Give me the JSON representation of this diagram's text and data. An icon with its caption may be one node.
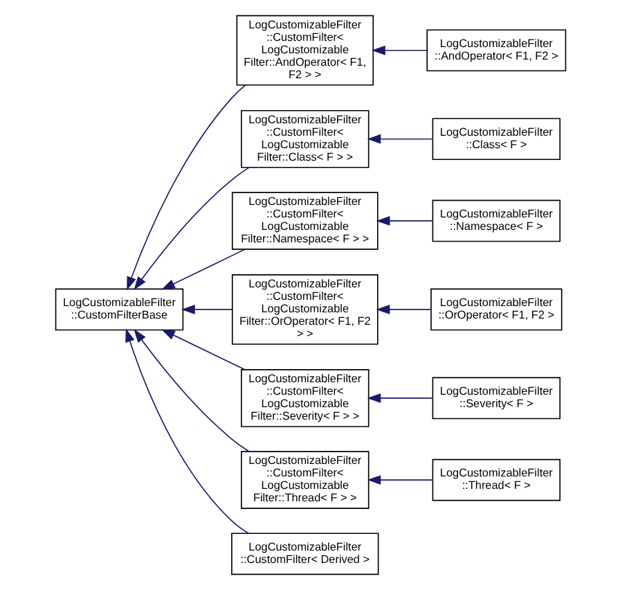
{
  "diagram": {
    "nodes": [
      {
        "text": [
          "LogCustomizableFilter ::CustomFilterBase"
        ]
      },
      {
        "text": [
          "LogCustomizableFilter ::CustomFilter< LogCustomizable Filter::AndOperator< F1, F2 > >"
        ]
      },
      {
        "text": [
          "LogCustomizableFilter ::AndOperator< F1, F2 >"
        ]
      },
      {
        "text": [
          "LogCustomizableFilter ::CustomFilter< LogCustomizable Filter::Class< F > >"
        ]
      },
      {
        "text": [
          "LogCustomizableFilter ::Class< F >"
        ]
      },
      {
        "text": [
          "LogCustomizableFilter ::CustomFilter< LogCustomizable Filter::Namespace< F > >"
        ]
      },
      {
        "text": [
          "LogCustomizableFilter ::Namespace< F >"
        ]
      },
      {
        "text": [
          "LogCustomizableFilter ::CustomFilter< LogCustomizable Filter::OrOperator< F1, F2 > >"
        ]
      },
      {
        "text": [
          "LogCustomizableFilter ::OrOperator< F1, F2 >"
        ]
      },
      {
        "text": [
          "LogCustomizableFilter ::CustomFilter< LogCustomizable Filter::Severity< F > >"
        ]
      },
      {
        "text": [
          "LogCustomizableFilter ::Severity< F >"
        ]
      },
      {
        "text": [
          "LogCustomizableFilter ::CustomFilter< LogCustomizable Filter::Thread< F > >"
        ]
      },
      {
        "text": [
          "LogCustomizableFilter ::Thread< F >"
        ]
      },
      {
        "text": [
          "LogCustomizableFilter ::CustomFilter< Derived >"
        ]
      }
    ],
    "edges": [
      {
        "from": 1,
        "to": 0,
        "arrow": "to"
      },
      {
        "from": 2,
        "to": 1,
        "arrow": "to"
      },
      {
        "from": 3,
        "to": 0,
        "arrow": "to"
      },
      {
        "from": 4,
        "to": 3,
        "arrow": "to"
      },
      {
        "from": 5,
        "to": 0,
        "arrow": "to"
      },
      {
        "from": 6,
        "to": 5,
        "arrow": "to"
      },
      {
        "from": 7,
        "to": 0,
        "arrow": "to"
      },
      {
        "from": 8,
        "to": 7,
        "arrow": "to"
      },
      {
        "from": 9,
        "to": 0,
        "arrow": "to"
      },
      {
        "from": 10,
        "to": 9,
        "arrow": "to"
      },
      {
        "from": 11,
        "to": 0,
        "arrow": "to"
      },
      {
        "from": 12,
        "to": 11,
        "arrow": "to"
      },
      {
        "from": 13,
        "to": 0,
        "arrow": "to"
      }
    ]
  }
}
